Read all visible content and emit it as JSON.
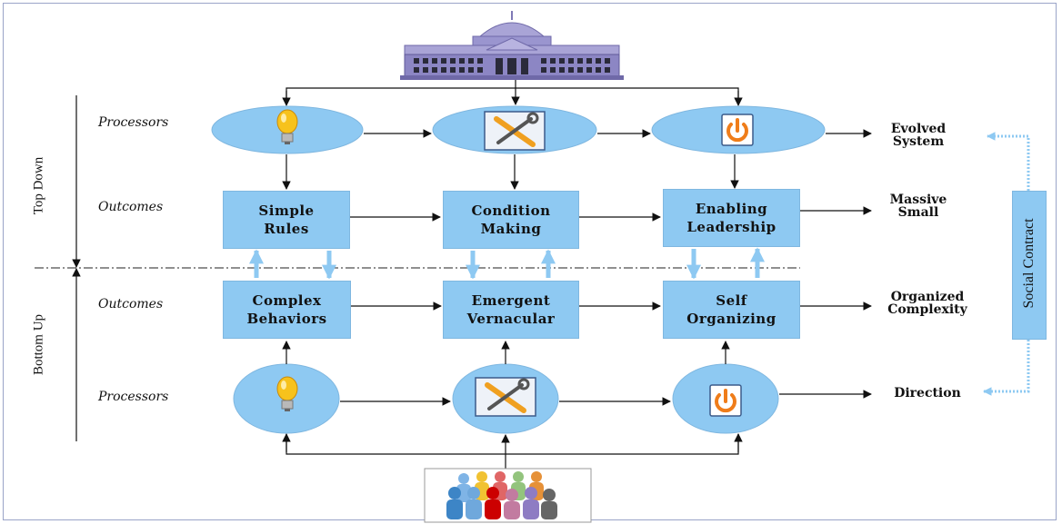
{
  "side_labels": {
    "top": "Top Down",
    "bottom": "Bottom Up"
  },
  "row_labels": {
    "top_processors": "Processors",
    "top_outcomes": "Outcomes",
    "bottom_outcomes": "Outcomes",
    "bottom_processors": "Processors"
  },
  "top_outcomes": [
    {
      "text": "Simple\nRules"
    },
    {
      "text": "Condition\nMaking"
    },
    {
      "text": "Enabling\nLeadership"
    }
  ],
  "bottom_outcomes": [
    {
      "text": "Complex\nBehaviors"
    },
    {
      "text": "Emergent\nVernacular"
    },
    {
      "text": "Self\nOrganizing"
    }
  ],
  "right_outcomes": {
    "evolved": "Evolved\nSystem",
    "massive": "Massive\nSmall",
    "organized": "Organized\nComplexity",
    "direction": "Direction"
  },
  "social_contract": "Social Contract",
  "icons": {
    "top": "government-building-icon",
    "bottom": "people-group-icon",
    "processors": [
      "lightbulb-icon",
      "tools-icon",
      "power-icon"
    ]
  },
  "colors": {
    "node_fill": "#8ec9f2",
    "ellipse_fill": "#8ec9f2",
    "arrow": "#111111",
    "light_arrow": "#8ec9f2",
    "building": "#8c86c4",
    "power": "#ef7d1a"
  }
}
